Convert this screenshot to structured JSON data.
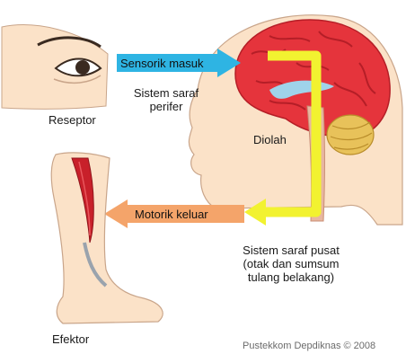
{
  "labels": {
    "sensory_in": "Sensorik masuk",
    "peripheral_line1": "Sistem saraf",
    "peripheral_line2": "perifer",
    "receptor": "Reseptor",
    "processed": "Diolah",
    "motor_out": "Motorik keluar",
    "cns_line1": "Sistem saraf pusat",
    "cns_line2": "(otak dan sumsum",
    "cns_line3": "tulang belakang)",
    "effector": "Efektor",
    "credit": "Pustekkom Depdiknas © 2008"
  },
  "colors": {
    "skin": "#fbe2c8",
    "skin_outline": "#c9a58a",
    "brain": "#e5343c",
    "brain_dark": "#b51e27",
    "cerebellum": "#e8c25a",
    "ventricle": "#9fd3ea",
    "sensory_arrow": "#2eb4e3",
    "motor_arrow": "#f4a46a",
    "cns_path": "#f2f230",
    "muscle": "#c8202a"
  }
}
